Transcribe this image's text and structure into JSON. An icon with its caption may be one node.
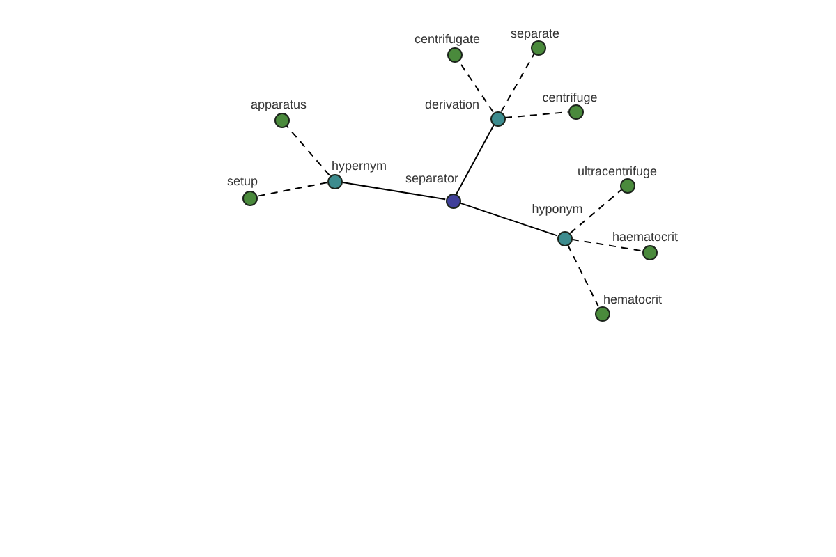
{
  "diagram": {
    "nodes": [
      {
        "text": [
          "separator"
        ]
      },
      {
        "text": [
          "hypernym"
        ]
      },
      {
        "text": [
          "derivation"
        ]
      },
      {
        "text": [
          "hyponym"
        ]
      },
      {
        "text": [
          "apparatus"
        ]
      },
      {
        "text": [
          "setup"
        ]
      },
      {
        "text": [
          "centrifugate"
        ]
      },
      {
        "text": [
          "separate"
        ]
      },
      {
        "text": [
          "centrifuge"
        ]
      },
      {
        "text": [
          "ultracentrifuge"
        ]
      },
      {
        "text": [
          "haematocrit"
        ]
      },
      {
        "text": [
          "hematocrit"
        ]
      }
    ],
    "edges": [
      {
        "from": 0,
        "to": 1,
        "arrow": "none"
      },
      {
        "from": 0,
        "to": 2,
        "arrow": "none"
      },
      {
        "from": 0,
        "to": 3,
        "arrow": "none"
      },
      {
        "from": 1,
        "to": 4,
        "arrow": "none",
        "style": "dashed"
      },
      {
        "from": 1,
        "to": 5,
        "arrow": "none",
        "style": "dashed"
      },
      {
        "from": 2,
        "to": 6,
        "arrow": "none",
        "style": "dashed"
      },
      {
        "from": 2,
        "to": 7,
        "arrow": "none",
        "style": "dashed"
      },
      {
        "from": 2,
        "to": 8,
        "arrow": "none",
        "style": "dashed"
      },
      {
        "from": 3,
        "to": 9,
        "arrow": "none",
        "style": "dashed"
      },
      {
        "from": 3,
        "to": 10,
        "arrow": "none",
        "style": "dashed"
      },
      {
        "from": 3,
        "to": 11,
        "arrow": "none",
        "style": "dashed"
      }
    ]
  }
}
